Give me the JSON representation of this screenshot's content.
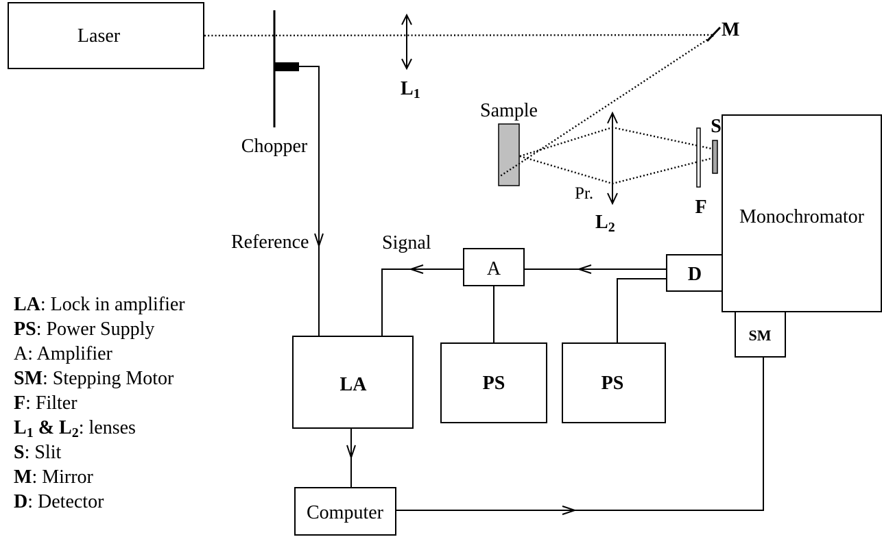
{
  "components": {
    "laser": "Laser",
    "chopper": "Chopper",
    "lens1": {
      "letter": "L",
      "sub": "1"
    },
    "mirror": "M",
    "sample": "Sample",
    "lens2": {
      "letter": "L",
      "sub": "2"
    },
    "probe": "Pr.",
    "filter": "F",
    "slit": "S",
    "monochromator": "Monochromator",
    "detector": "D",
    "stepping_motor": "SM",
    "amplifier": "A",
    "power_supply_amplifier": "PS",
    "power_supply_detector": "PS",
    "lock_in_amplifier": "LA",
    "computer": "Computer"
  },
  "connections": {
    "reference": "Reference",
    "signal": "Signal"
  },
  "legend": [
    {
      "abbr": "LA",
      "desc": ": Lock in amplifier"
    },
    {
      "abbr": "PS",
      "desc": ": Power Supply"
    },
    {
      "abbr": "A",
      "desc": ": Amplifier"
    },
    {
      "abbr": "SM",
      "desc": ": Stepping Motor"
    },
    {
      "abbr": "F",
      "desc": ": Filter"
    },
    {
      "abbr": "L",
      "abbr_sub": "1",
      "joiner": " & ",
      "abbr2": "L",
      "abbr2_sub": "2",
      "desc": ": lenses"
    },
    {
      "abbr": "S",
      "desc": ": Slit"
    },
    {
      "abbr": "M",
      "desc": ": Mirror"
    },
    {
      "abbr": "D",
      "desc": ": Detector"
    }
  ],
  "colors": {
    "line": "#000000",
    "background": "#ffffff",
    "sample_fill": "#bfbfbf",
    "slit_fill": "#a6a6a6",
    "chopper_blade": "#000000"
  }
}
